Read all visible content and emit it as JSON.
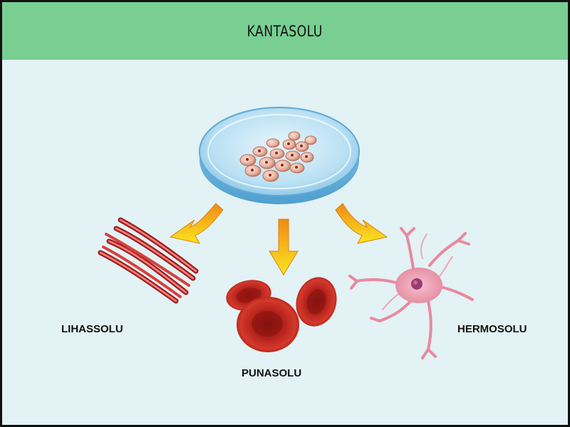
{
  "title": "KANTASOLU",
  "labels": {
    "muscle_cell": "LIHASSOLU",
    "red_blood_cell": "PUNASOLU",
    "nerve_cell": "HERMOSOLU"
  },
  "colors": {
    "header": "#78cf91",
    "background": "#e3f2f4",
    "arrow": "#f5d31c",
    "muscle": "#c0262a",
    "rbc": "#c62821",
    "nerve": "#ef9aac",
    "dish": "#9fd0ea"
  },
  "icons": [
    "petri-dish-icon",
    "muscle-cell-icon",
    "red-blood-cell-icon",
    "nerve-cell-icon",
    "arrow-icon"
  ]
}
